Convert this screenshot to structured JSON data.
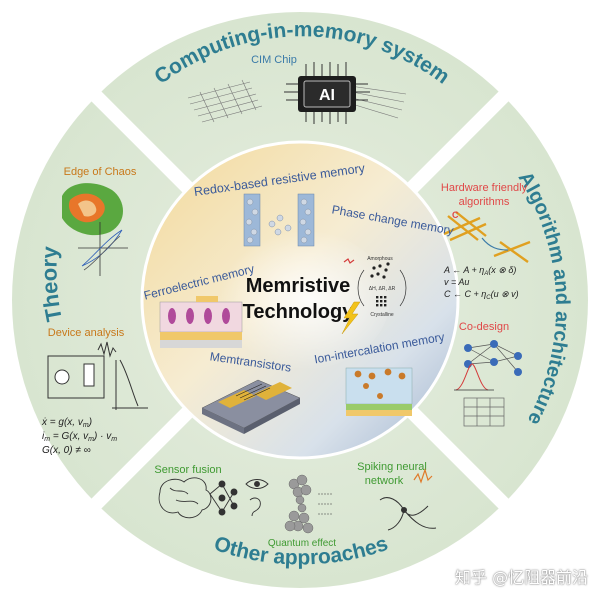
{
  "center": {
    "line1": "Memristive",
    "line2": "Technology"
  },
  "inner_labels": {
    "redox": "Redox-based resistive memory",
    "phase_change": "Phase change memory",
    "ferroelectric": "Ferroelectric memory",
    "ion_intercalation": "Ion-intercalation memory",
    "memtransistors": "Memtransistors"
  },
  "pcm_states": {
    "amorphous": "Amorphous",
    "crystalline": "Crystalline",
    "transitions": "ΔH, ΔR, ΔR"
  },
  "sectors": {
    "computing": {
      "title": "Computing-in-memory system",
      "sub": "CIM Chip",
      "chip_text": "AI"
    },
    "algorithm": {
      "title": "Algorithm and architecture",
      "item1": "Hardware friendly",
      "item1b": "algorithms",
      "item2": "Co-design",
      "eq1": "A ← A + η",
      "eq1b": "(x ⊗ δ)",
      "eq2": "v = Au",
      "eq3": "C ← C + η",
      "eq3b": "(u ⊗ v)",
      "c_label": "C"
    },
    "theory": {
      "title": "Theory",
      "item1": "Edge of Chaos",
      "item2": "Device analysis",
      "eq1": "ẋ = g(x, v",
      "eq1b": ")",
      "eq2": "i",
      "eq2b": " = G(x, v",
      "eq2c": ") · v",
      "eq3": "G(x, 0) ≠ ∞"
    },
    "other": {
      "title": "Other approaches",
      "item1": "Sensor fusion",
      "item2": "Quantum effect",
      "item3": "Spiking neural",
      "item3b": "network"
    }
  },
  "watermark": "知乎 @忆阻器前沿",
  "colors": {
    "title_teal": "#2e7d91",
    "inner_blue": "#3a5a9a",
    "item_orange": "#c8781a",
    "item_green": "#3f9a32",
    "item_red": "#e04848"
  }
}
